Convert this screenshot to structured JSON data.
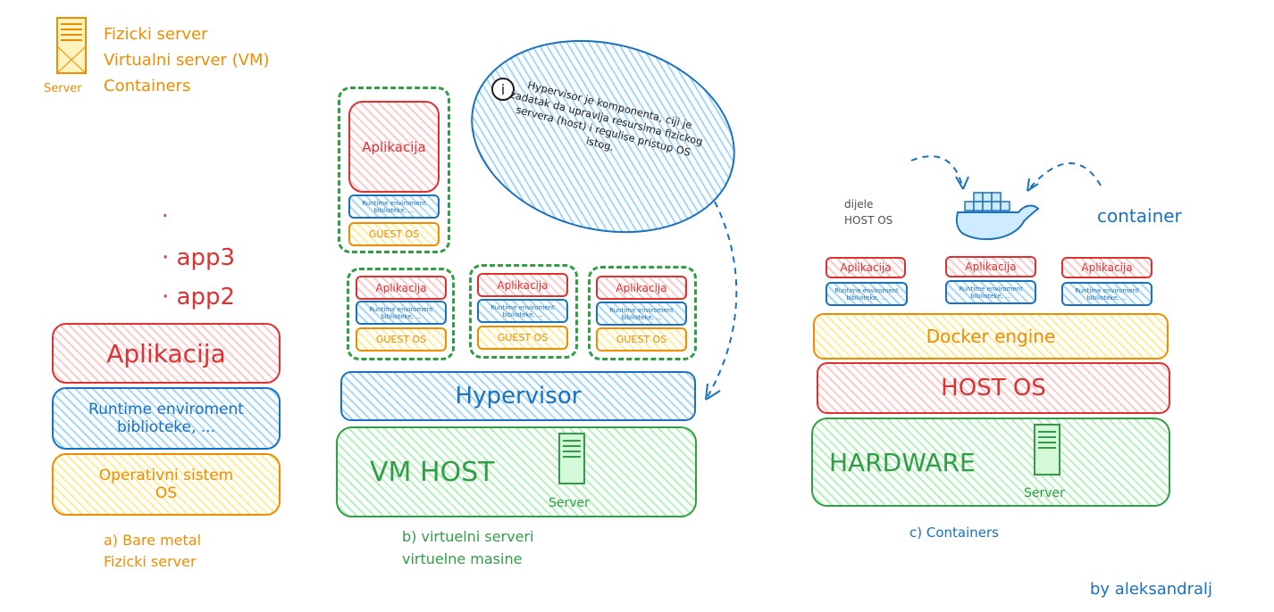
{
  "legend": {
    "icon_label": "Server",
    "items": [
      "Fizicki server",
      "Virtualni server (VM)",
      "Containers"
    ]
  },
  "bare_metal": {
    "dot": "·",
    "app3": "· app3",
    "app2": "· app2",
    "app": "Aplikacija",
    "runtime_line1": "Runtime enviroment",
    "runtime_line2": "biblioteke, ...",
    "os_line1": "Operativni sistem",
    "os_line2": "OS",
    "caption_line1": "a) Bare metal",
    "caption_line2": "Fizicki server"
  },
  "vm": {
    "app": "Aplikacija",
    "runtime": "Runtime enviroment biblioteke, ...",
    "guest_os": "GUEST OS",
    "hypervisor": "Hypervisor",
    "host": "VM HOST",
    "server_label": "Server",
    "note": "Hypervisor je komponenta, ciji je zadatak da upravlja resursima fizickog servera (host) i regulise pristup OS istog.",
    "caption_line1": "b) virtuelni serveri",
    "caption_line2": "virtuelne masine"
  },
  "containers": {
    "app": "Aplikacija",
    "runtime": "Runtime enviroment biblioteke, ...",
    "docker_engine": "Docker engine",
    "host_os": "HOST OS",
    "hardware": "HARDWARE",
    "server_label": "Server",
    "shared_label_line1": "dijele",
    "shared_label_line2": "HOST OS",
    "container_label": "container",
    "caption": "c) Containers"
  },
  "signature": "by aleksandralj",
  "colors": {
    "red": "#e03131",
    "blue": "#1971c2",
    "orange": "#f08c00",
    "green": "#2f9e44"
  }
}
